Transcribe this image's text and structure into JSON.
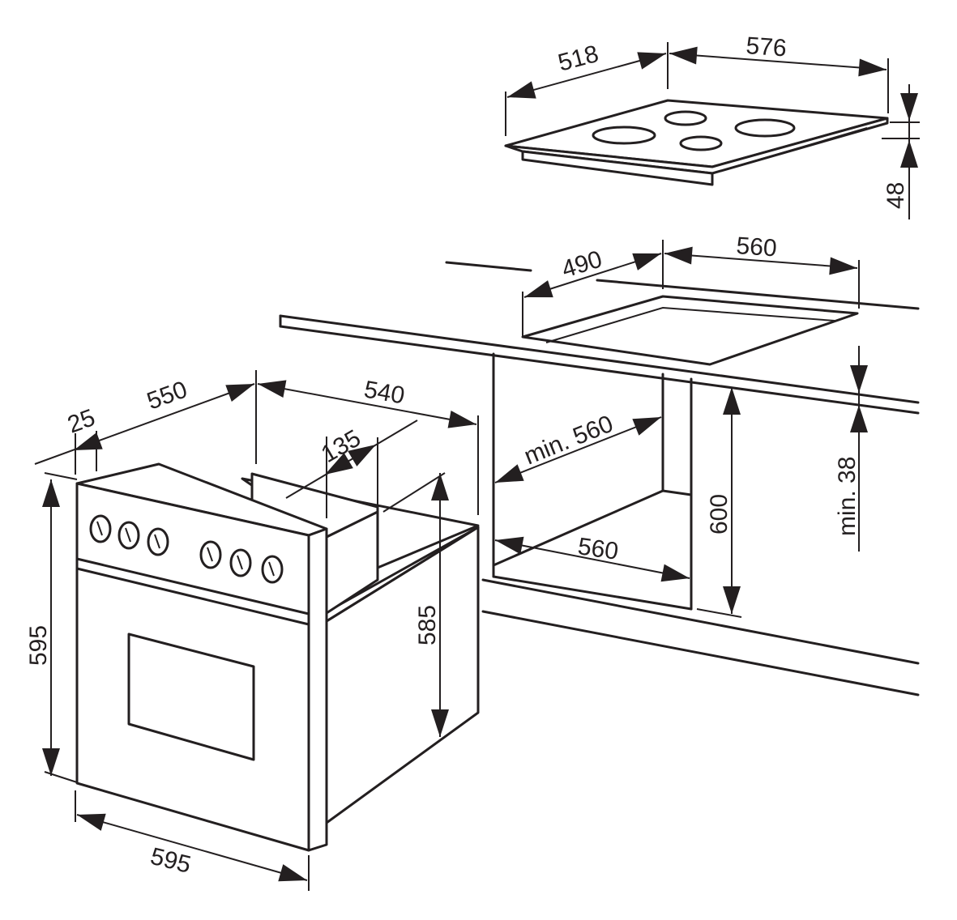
{
  "dimensions": {
    "hob_depth": "518",
    "hob_width": "576",
    "hob_height": "48",
    "cutout_depth": "490",
    "cutout_width": "560",
    "min_top_clearance": "min. 38",
    "niche_height": "600",
    "niche_min_width": "min. 560",
    "niche_width": "560",
    "oven_front_thickness": "25",
    "oven_depth": "550",
    "oven_body_depth": "540",
    "oven_rear_offset": "135",
    "oven_height": "595",
    "oven_body_height": "585",
    "oven_width": "595"
  },
  "oven": {
    "knobs_left_count": 3,
    "knobs_right_count": 3
  }
}
